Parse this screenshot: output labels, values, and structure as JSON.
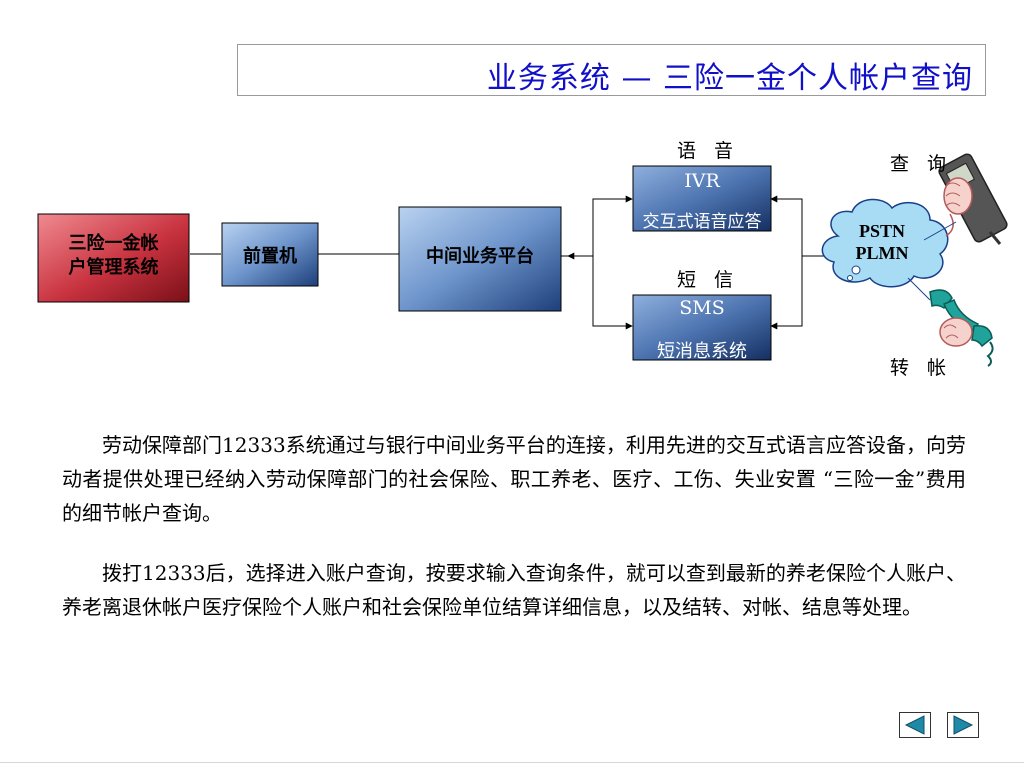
{
  "title": "业务系统 — 三险一金个人帐户查询",
  "diagram": {
    "source_system": "三险一金帐户管理系统",
    "source_system_line1": "三险一金帐",
    "source_system_line2": "户管理系统",
    "front_machine": "前置机",
    "middle_platform": "中间业务平台",
    "voice_label": "语 音",
    "ivr_title": "IVR",
    "ivr_sub": "交互式语音应答",
    "sms_label": "短 信",
    "sms_title": "SMS",
    "sms_sub": "短消息系统",
    "network_line1": "PSTN",
    "network_line2": "PLMN",
    "query_label": "查 询",
    "transfer_label": "转 帐",
    "colors": {
      "source_fill": "#d24a55",
      "blue_fill": "#5a84c0",
      "title_blue": "#1010c8",
      "cloud": "#a8dcf4",
      "phone_handset": "#1fa39a"
    }
  },
  "paragraphs": [
    "劳动保障部门12333系统通过与银行中间业务平台的连接，利用先进的交互式语言应答设备，向劳动者提供处理已经纳入劳动保障部门的社会保险、职工养老、医疗、工伤、失业安置 “三险一金”费用的细节帐户查询。",
    "拨打12333后，选择进入账户查询，按要求输入查询条件，就可以查到最新的养老保险个人账户、养老离退休帐户医疗保险个人账户和社会保险单位结算详细信息，以及结转、对帐、结息等处理。"
  ],
  "nav": {
    "prev": "previous-slide",
    "next": "next-slide"
  }
}
